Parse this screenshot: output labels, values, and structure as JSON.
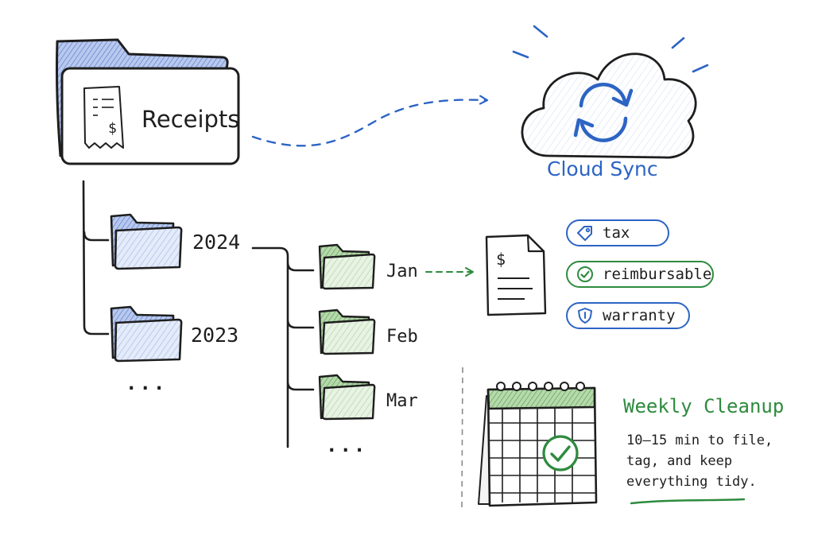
{
  "root_folder": {
    "label": "Receipts"
  },
  "cloud": {
    "label": "Cloud Sync"
  },
  "years": [
    {
      "label": "2024"
    },
    {
      "label": "2023"
    }
  ],
  "years_more": "...",
  "months": [
    {
      "label": "Jan"
    },
    {
      "label": "Feb"
    },
    {
      "label": "Mar"
    }
  ],
  "months_more": "...",
  "tags": [
    {
      "label": "tax",
      "icon": "tag-icon",
      "color": "#2c64c4"
    },
    {
      "label": "reimbursable",
      "icon": "check-circle-icon",
      "color": "#2e8b3e"
    },
    {
      "label": "warranty",
      "icon": "shield-icon",
      "color": "#2c64c4"
    }
  ],
  "cleanup": {
    "title": "Weekly Cleanup",
    "description": "10–15 min to file, tag, and keep everything tidy."
  },
  "colors": {
    "ink": "#1e1e1e",
    "blue": "#2c64c4",
    "green": "#2e8b3e",
    "blue_fill": "#dbe4f7",
    "green_fill": "#e3f0df"
  }
}
